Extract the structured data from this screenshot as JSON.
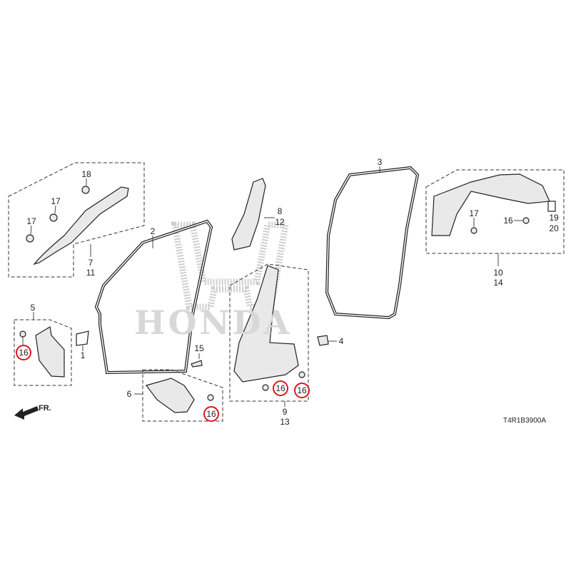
{
  "diagram": {
    "brand_watermark": "HONDA",
    "diagram_code": "T4R1B3900A",
    "front_indicator": "FR.",
    "highlight_color": "#e0141b",
    "callouts": {
      "c1": "1",
      "c2": "2",
      "c3": "3",
      "c4": "4",
      "c5": "5",
      "c6": "6",
      "c7": "7",
      "c11": "11",
      "c8": "8",
      "c12": "12",
      "c9": "9",
      "c13": "13",
      "c10": "10",
      "c14": "14",
      "c15": "15",
      "c16a": "16",
      "c16b": "16",
      "c16c": "16",
      "c16d": "16",
      "c16e": "16",
      "c17a": "17",
      "c17b": "17",
      "c17c": "17",
      "c18": "18",
      "c19": "19",
      "c20": "20"
    },
    "highlighted_part": "16"
  }
}
